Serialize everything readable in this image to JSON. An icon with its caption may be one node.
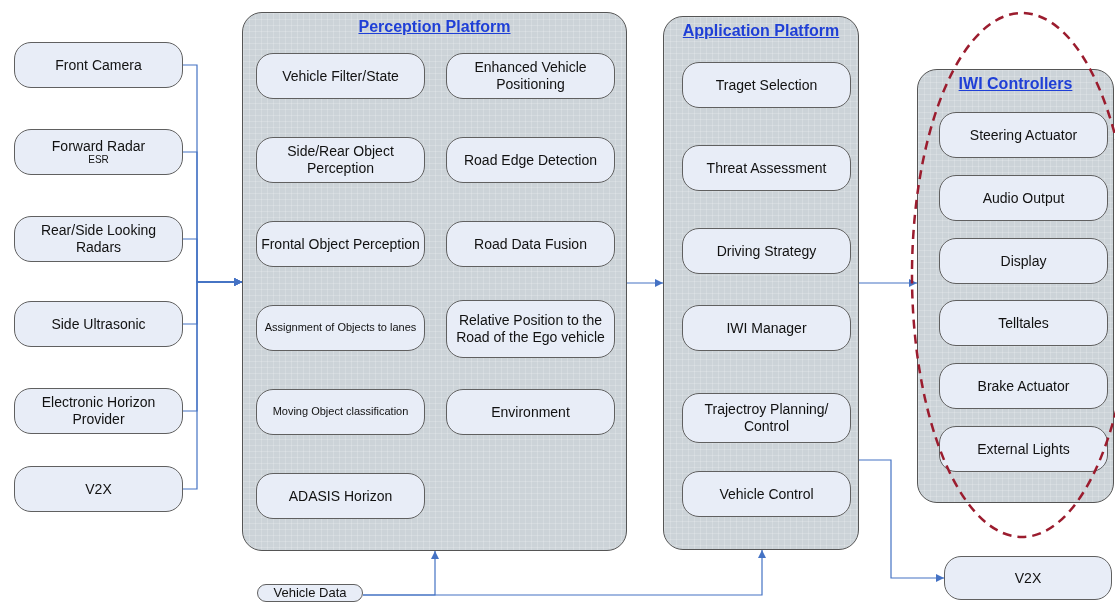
{
  "diagram": {
    "nodes": [
      {
        "text": [
          "Front Camera"
        ]
      },
      {
        "text": [
          "Forward Radar",
          "ESR"
        ]
      },
      {
        "text": [
          "Rear/Side Looking Radars"
        ]
      },
      {
        "text": [
          "Side Ultrasonic"
        ]
      },
      {
        "text": [
          "Electronic Horizon Provider"
        ]
      },
      {
        "text": [
          "V2X"
        ]
      },
      {
        "text": [
          "Perception Platform"
        ]
      },
      {
        "text": [
          "Vehicle Filter/State"
        ],
        "in": 6
      },
      {
        "text": [
          "Enhanced Vehicle Positioning"
        ],
        "in": 6
      },
      {
        "text": [
          "Side/Rear Object Perception"
        ],
        "in": 6
      },
      {
        "text": [
          "Road Edge Detection"
        ],
        "in": 6
      },
      {
        "text": [
          "Frontal Object Perception"
        ],
        "in": 6
      },
      {
        "text": [
          "Road Data Fusion"
        ],
        "in": 6
      },
      {
        "text": [
          "Assignment of Objects to lanes"
        ],
        "in": 6
      },
      {
        "text": [
          "Relative Position to the Road of the Ego vehicle"
        ],
        "in": 6
      },
      {
        "text": [
          "Moving Object classification"
        ],
        "in": 6
      },
      {
        "text": [
          "Environment"
        ],
        "in": 6
      },
      {
        "text": [
          "ADASIS Horizon"
        ],
        "in": 6
      },
      {
        "text": [
          "Application Platform"
        ]
      },
      {
        "text": [
          "Traget Selection"
        ],
        "in": 18
      },
      {
        "text": [
          "Threat Assessment"
        ],
        "in": 18
      },
      {
        "text": [
          "Driving Strategy"
        ],
        "in": 18
      },
      {
        "text": [
          "IWI Manager"
        ],
        "in": 18
      },
      {
        "text": [
          "Trajectroy Planning/ Control"
        ],
        "in": 18
      },
      {
        "text": [
          "Vehicle Control"
        ],
        "in": 18
      },
      {
        "text": [
          "IWI Controllers"
        ]
      },
      {
        "text": [
          "Steering Actuator"
        ],
        "in": 25
      },
      {
        "text": [
          "Audio Output"
        ],
        "in": 25
      },
      {
        "text": [
          "Display"
        ],
        "in": 25
      },
      {
        "text": [
          "Telltales"
        ],
        "in": 25
      },
      {
        "text": [
          "Brake Actuator"
        ],
        "in": 25
      },
      {
        "text": [
          "External Lights"
        ],
        "in": 25
      },
      {
        "text": [
          "V2X"
        ]
      },
      {
        "text": [
          "Vehicle Data"
        ]
      }
    ],
    "edges": [
      {
        "from": 0,
        "to": 6,
        "arrow": "to"
      },
      {
        "from": 1,
        "to": 6,
        "arrow": "to"
      },
      {
        "from": 2,
        "to": 6,
        "arrow": "to"
      },
      {
        "from": 3,
        "to": 6,
        "arrow": "to"
      },
      {
        "from": 4,
        "to": 6,
        "arrow": "to"
      },
      {
        "from": 5,
        "to": 6,
        "arrow": "to"
      },
      {
        "from": 6,
        "to": 18,
        "arrow": "to"
      },
      {
        "from": 18,
        "to": 25,
        "arrow": "to"
      },
      {
        "from": 18,
        "to": 32,
        "arrow": "to"
      },
      {
        "from": 33,
        "to": 6,
        "arrow": "to"
      },
      {
        "from": 33,
        "to": 18,
        "arrow": "to"
      }
    ]
  }
}
